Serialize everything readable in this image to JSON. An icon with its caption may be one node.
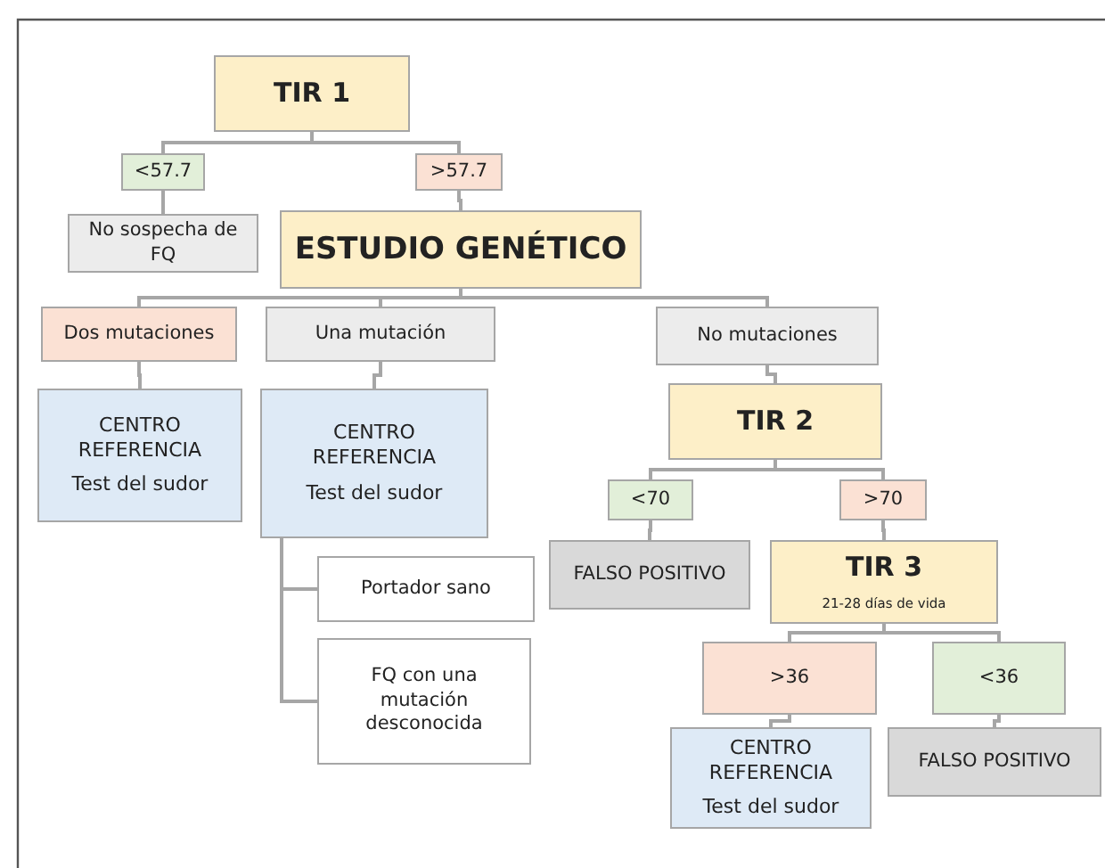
{
  "diagram": {
    "nodes": [
      {
        "text": [
          "TIR 1"
        ]
      },
      {
        "text": [
          "<57.7"
        ]
      },
      {
        "text": [
          ">57.7"
        ]
      },
      {
        "text": [
          "No sospecha de FQ"
        ]
      },
      {
        "text": [
          "ESTUDIO GENÉTICO"
        ]
      },
      {
        "text": [
          "Dos mutaciones"
        ]
      },
      {
        "text": [
          "Una mutación"
        ]
      },
      {
        "text": [
          "No mutaciones"
        ]
      },
      {
        "text": [
          "CENTRO REFERENCIA",
          "Test del sudor"
        ]
      },
      {
        "text": [
          "CENTRO REFERENCIA",
          "Test del sudor"
        ]
      },
      {
        "text": [
          "Portador sano"
        ]
      },
      {
        "text": [
          "FQ con una mutación desconocida"
        ]
      },
      {
        "text": [
          "TIR 2"
        ]
      },
      {
        "text": [
          "<70"
        ]
      },
      {
        "text": [
          ">70"
        ]
      },
      {
        "text": [
          "FALSO POSITIVO"
        ]
      },
      {
        "text": [
          "TIR 3",
          "21-28 días de vida"
        ]
      },
      {
        "text": [
          ">36"
        ]
      },
      {
        "text": [
          "<36"
        ]
      },
      {
        "text": [
          "CENTRO REFERENCIA",
          "Test del sudor"
        ]
      },
      {
        "text": [
          "FALSO POSITIVO"
        ]
      }
    ],
    "edges": [
      {
        "from": 0,
        "to": 1,
        "arrow": "none"
      },
      {
        "from": 0,
        "to": 2,
        "arrow": "none"
      },
      {
        "from": 1,
        "to": 3,
        "arrow": "none"
      },
      {
        "from": 2,
        "to": 4,
        "arrow": "none"
      },
      {
        "from": 4,
        "to": 5,
        "arrow": "none"
      },
      {
        "from": 4,
        "to": 6,
        "arrow": "none"
      },
      {
        "from": 4,
        "to": 7,
        "arrow": "none"
      },
      {
        "from": 5,
        "to": 8,
        "arrow": "none"
      },
      {
        "from": 6,
        "to": 9,
        "arrow": "none"
      },
      {
        "from": 9,
        "to": 10,
        "arrow": "none"
      },
      {
        "from": 9,
        "to": 11,
        "arrow": "none"
      },
      {
        "from": 7,
        "to": 12,
        "arrow": "none"
      },
      {
        "from": 12,
        "to": 13,
        "arrow": "none"
      },
      {
        "from": 12,
        "to": 14,
        "arrow": "none"
      },
      {
        "from": 13,
        "to": 15,
        "arrow": "none"
      },
      {
        "from": 14,
        "to": 16,
        "arrow": "none"
      },
      {
        "from": 16,
        "to": 17,
        "arrow": "none"
      },
      {
        "from": 16,
        "to": 18,
        "arrow": "none"
      },
      {
        "from": 17,
        "to": 19,
        "arrow": "none"
      },
      {
        "from": 18,
        "to": 20,
        "arrow": "none"
      }
    ]
  }
}
